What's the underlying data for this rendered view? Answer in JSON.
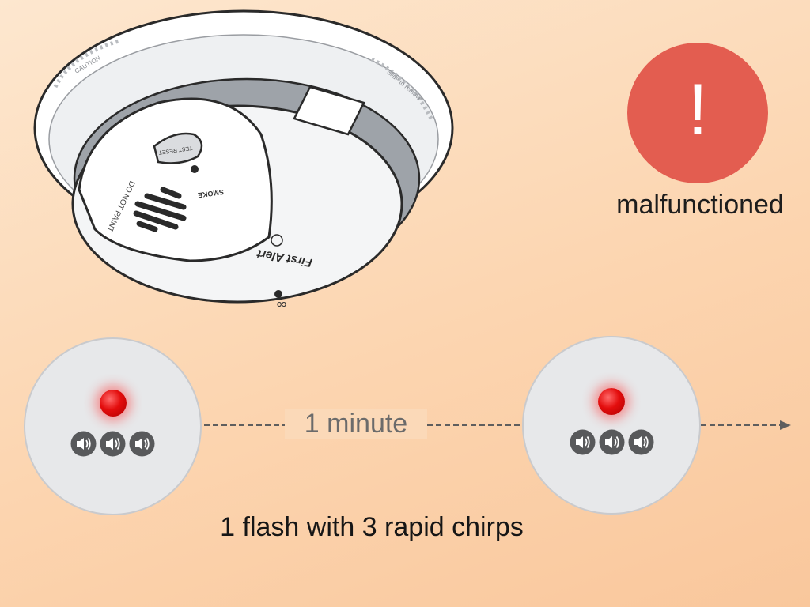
{
  "status": {
    "symbol": "!",
    "label": "malfunctioned",
    "color": "#e35d50"
  },
  "timeline": {
    "interval_label": "1 minute",
    "caption": "1 flash with 3 rapid chirps"
  },
  "detector_icon": {
    "led_color": "#e30d0d",
    "chirp_count": 3,
    "speaker_icon": "speaker-icon"
  },
  "illustration": {
    "brand": "First Alert",
    "button_text": "TEST RESET",
    "smoke_label": "SMOKE",
    "co_label": "CO",
    "do_not_paint": "DO NOT PAINT",
    "caution": "CAUTION",
    "remove_text": "Slide to remove"
  }
}
